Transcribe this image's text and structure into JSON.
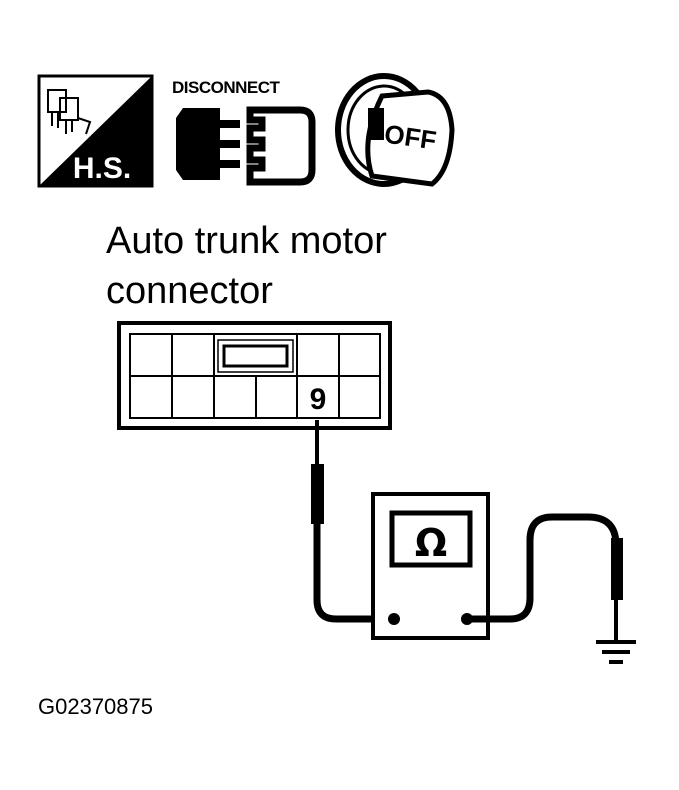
{
  "icons": {
    "hs_label": "H.S.",
    "disconnect_label": "DISCONNECT",
    "off_label": "OFF"
  },
  "heading": {
    "line1": "Auto trunk motor",
    "line2": "connector"
  },
  "connector": {
    "terminal": "9"
  },
  "meter": {
    "symbol": "Ω"
  },
  "figure_id": "G02370875"
}
